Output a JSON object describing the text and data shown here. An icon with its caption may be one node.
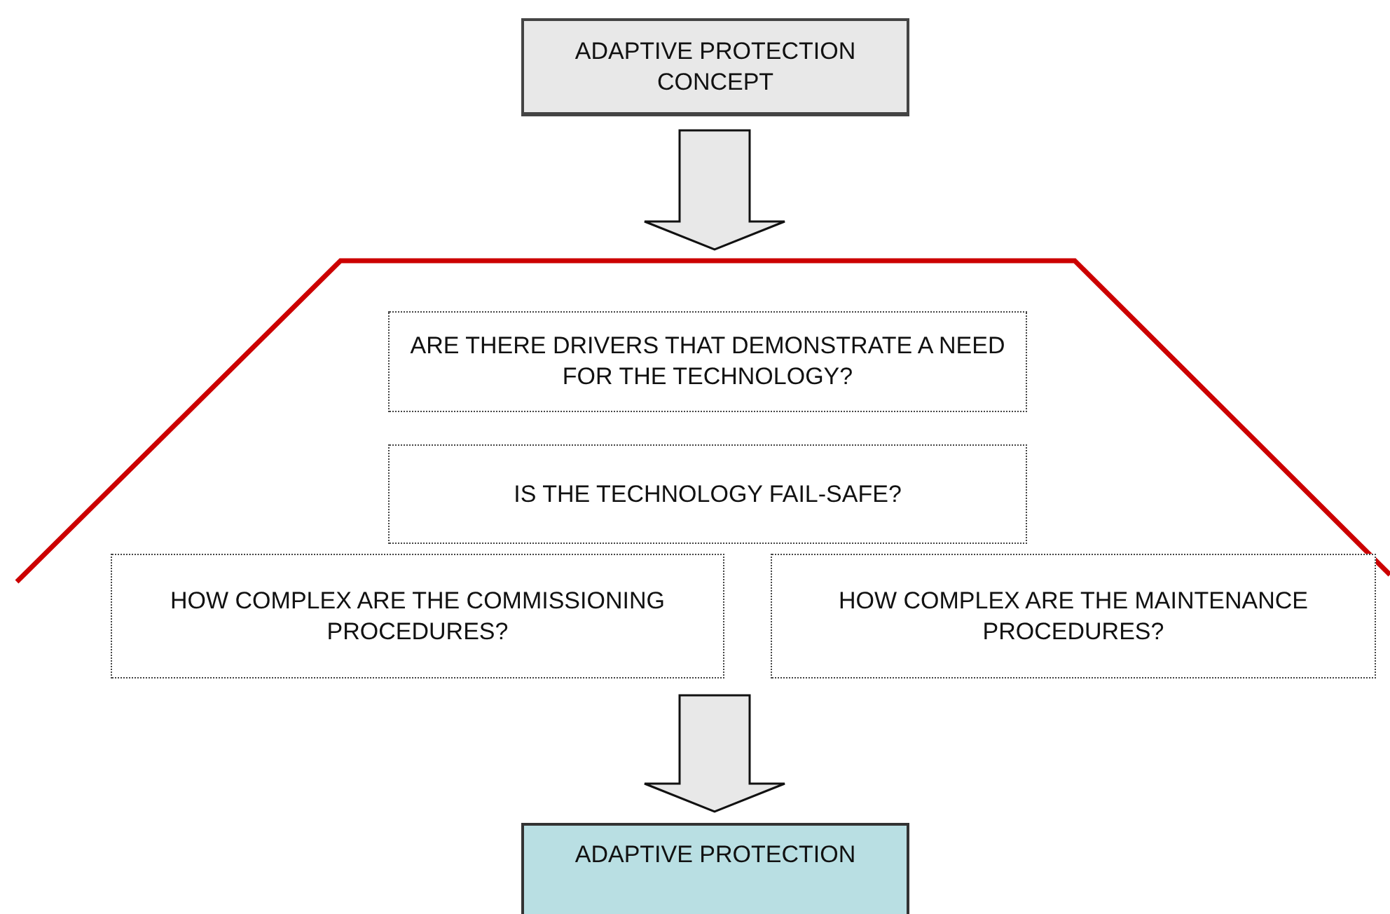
{
  "diagram": {
    "nodes": [
      {
        "text": [
          "ADAPTIVE PROTECTION CONCEPT"
        ]
      },
      {
        "text": [],
        "shape": "trapezoid"
      },
      {
        "text": [
          "ARE THERE DRIVERS THAT DEMONSTRATE A NEED FOR THE TECHNOLOGY?"
        ],
        "in": 1
      },
      {
        "text": [
          "IS THE TECHNOLOGY FAIL-SAFE?"
        ],
        "in": 1
      },
      {
        "text": [
          "HOW COMPLEX ARE THE COMMISSIONING PROCEDURES?"
        ],
        "in": 1
      },
      {
        "text": [
          "HOW COMPLEX ARE THE MAINTENANCE PROCEDURES?"
        ],
        "in": 1
      },
      {
        "text": [
          "ADAPTIVE PROTECTION"
        ]
      }
    ],
    "edges": [
      {
        "from": 0,
        "to": 1,
        "arrow": "to"
      },
      {
        "from": 1,
        "to": 6,
        "arrow": "to"
      }
    ]
  }
}
